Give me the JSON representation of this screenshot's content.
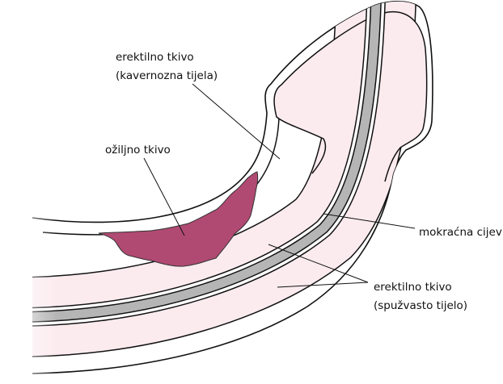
{
  "colors": {
    "pink": "#fbebef",
    "urethra_gray": "#b5b5b5",
    "scar": "#b04a72",
    "outline": "#111111"
  },
  "labels": {
    "cavernosa_line1": "erektilno tkivo",
    "cavernosa_line2": "(kavernozna tijela)",
    "scar": "ožiljno tkivo",
    "urethra": "mokraćna cijev",
    "spongiosum_line1": "erektilno tkivo",
    "spongiosum_line2": "(spužvasto tijelo)"
  }
}
